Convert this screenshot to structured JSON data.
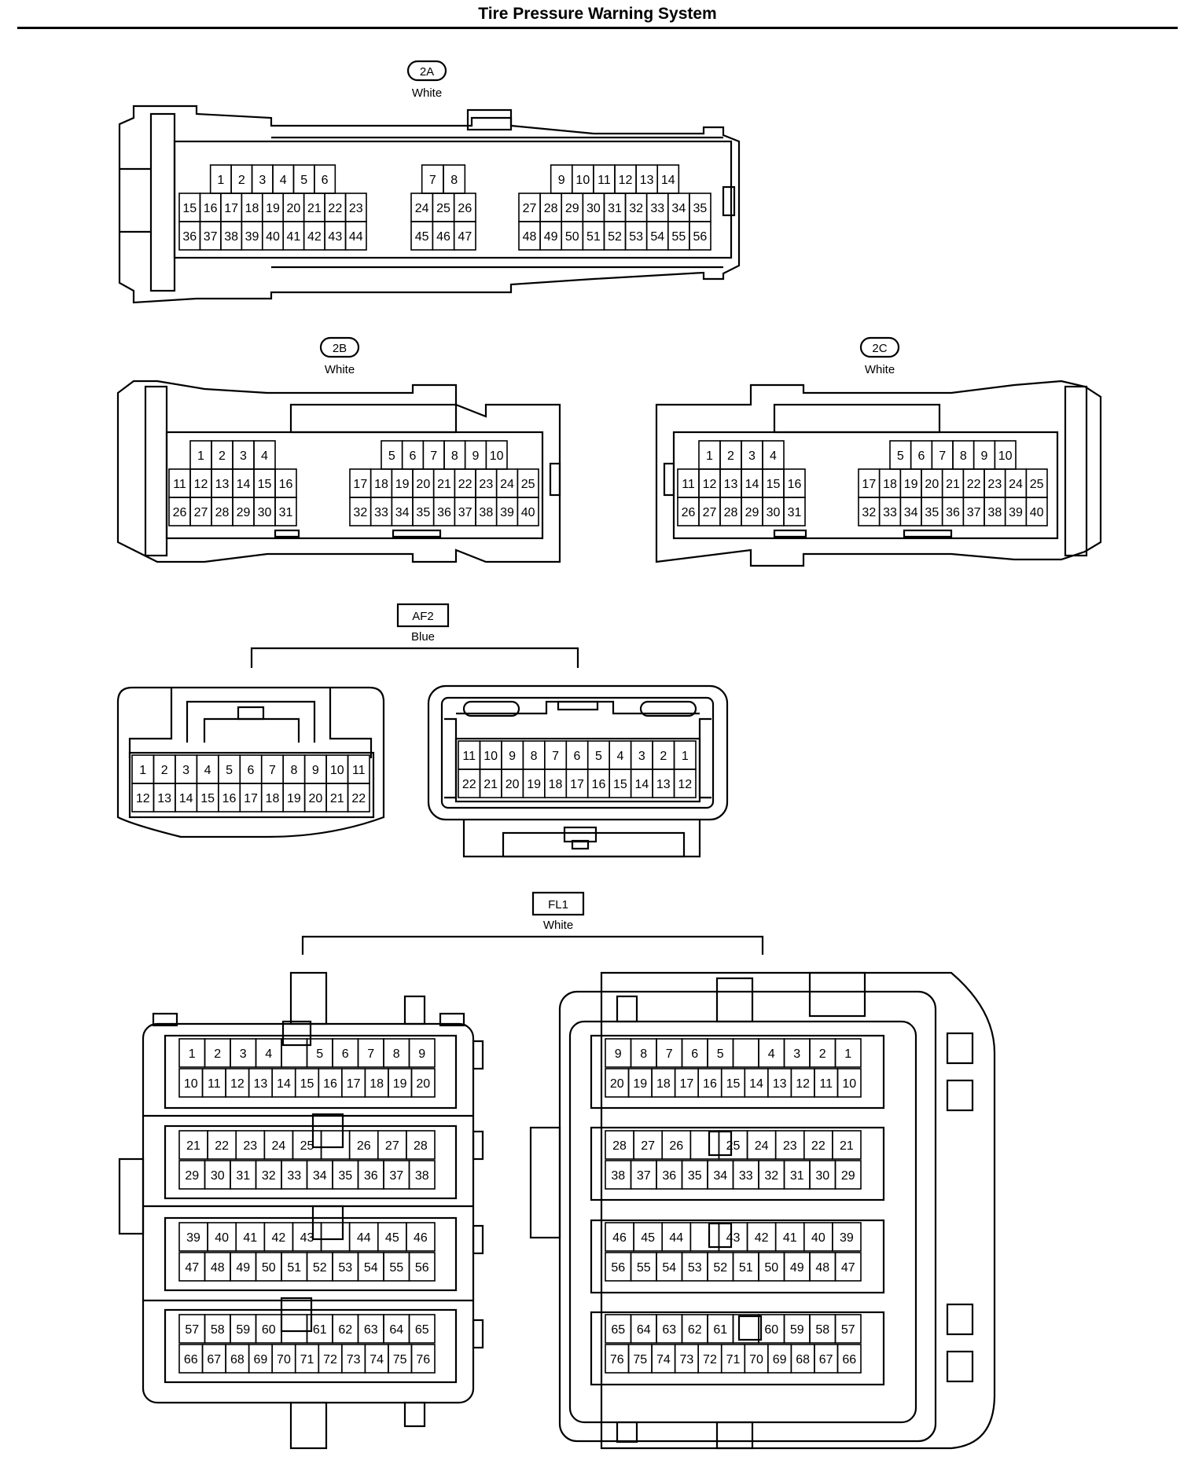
{
  "title": "Tire Pressure Warning System",
  "connectors": {
    "c2a": {
      "label": "2A",
      "color": "White",
      "blocks": [
        {
          "rows": [
            [
              "1",
              "2",
              "3",
              "4",
              "5",
              "6"
            ],
            [
              "15",
              "16",
              "17",
              "18",
              "19",
              "20",
              "21",
              "22",
              "23"
            ],
            [
              "36",
              "37",
              "38",
              "39",
              "40",
              "41",
              "42",
              "43",
              "44"
            ]
          ]
        },
        {
          "rows": [
            [
              "7",
              "8"
            ],
            [
              "24",
              "25",
              "26"
            ],
            [
              "45",
              "46",
              "47"
            ]
          ]
        },
        {
          "rows": [
            [
              "9",
              "10",
              "11",
              "12",
              "13",
              "14"
            ],
            [
              "27",
              "28",
              "29",
              "30",
              "31",
              "32",
              "33",
              "34",
              "35"
            ],
            [
              "48",
              "49",
              "50",
              "51",
              "52",
              "53",
              "54",
              "55",
              "56"
            ]
          ]
        }
      ]
    },
    "c2b": {
      "label": "2B",
      "color": "White",
      "blocks": [
        {
          "rows": [
            [
              "1",
              "2",
              "3",
              "4"
            ],
            [
              "11",
              "12",
              "13",
              "14",
              "15",
              "16"
            ],
            [
              "26",
              "27",
              "28",
              "29",
              "30",
              "31"
            ]
          ]
        },
        {
          "rows": [
            [
              "5",
              "6",
              "7",
              "8",
              "9",
              "10"
            ],
            [
              "17",
              "18",
              "19",
              "20",
              "21",
              "22",
              "23",
              "24",
              "25"
            ],
            [
              "32",
              "33",
              "34",
              "35",
              "36",
              "37",
              "38",
              "39",
              "40"
            ]
          ]
        }
      ]
    },
    "c2c": {
      "label": "2C",
      "color": "White",
      "blocks": [
        {
          "rows": [
            [
              "1",
              "2",
              "3",
              "4"
            ],
            [
              "11",
              "12",
              "13",
              "14",
              "15",
              "16"
            ],
            [
              "26",
              "27",
              "28",
              "29",
              "30",
              "31"
            ]
          ]
        },
        {
          "rows": [
            [
              "5",
              "6",
              "7",
              "8",
              "9",
              "10"
            ],
            [
              "17",
              "18",
              "19",
              "20",
              "21",
              "22",
              "23",
              "24",
              "25"
            ],
            [
              "32",
              "33",
              "34",
              "35",
              "36",
              "37",
              "38",
              "39",
              "40"
            ]
          ]
        }
      ]
    },
    "af2": {
      "label": "AF2",
      "color": "Blue",
      "left_rows": [
        [
          "1",
          "2",
          "3",
          "4",
          "5",
          "6",
          "7",
          "8",
          "9",
          "10",
          "11"
        ],
        [
          "12",
          "13",
          "14",
          "15",
          "16",
          "17",
          "18",
          "19",
          "20",
          "21",
          "22"
        ]
      ],
      "right_rows": [
        [
          "11",
          "10",
          "9",
          "8",
          "7",
          "6",
          "5",
          "4",
          "3",
          "2",
          "1"
        ],
        [
          "22",
          "21",
          "20",
          "19",
          "18",
          "17",
          "16",
          "15",
          "14",
          "13",
          "12"
        ]
      ]
    },
    "fl1": {
      "label": "FL1",
      "color": "White",
      "left_rows": [
        [
          "1",
          "2",
          "3",
          "4",
          "",
          "5",
          "6",
          "7",
          "8",
          "9"
        ],
        [
          "10",
          "11",
          "12",
          "13",
          "14",
          "15",
          "16",
          "17",
          "18",
          "19",
          "20"
        ],
        [
          "21",
          "22",
          "23",
          "24",
          "25",
          "",
          "26",
          "27",
          "28"
        ],
        [
          "29",
          "30",
          "31",
          "32",
          "33",
          "34",
          "35",
          "36",
          "37",
          "38"
        ],
        [
          "39",
          "40",
          "41",
          "42",
          "43",
          "",
          "44",
          "45",
          "46"
        ],
        [
          "47",
          "48",
          "49",
          "50",
          "51",
          "52",
          "53",
          "54",
          "55",
          "56"
        ],
        [
          "57",
          "58",
          "59",
          "60",
          "",
          "61",
          "62",
          "63",
          "64",
          "65"
        ],
        [
          "66",
          "67",
          "68",
          "69",
          "70",
          "71",
          "72",
          "73",
          "74",
          "75",
          "76"
        ]
      ],
      "right_rows": [
        [
          "9",
          "8",
          "7",
          "6",
          "5",
          "",
          "4",
          "3",
          "2",
          "1"
        ],
        [
          "20",
          "19",
          "18",
          "17",
          "16",
          "15",
          "14",
          "13",
          "12",
          "11",
          "10"
        ],
        [
          "28",
          "27",
          "26",
          "",
          "25",
          "24",
          "23",
          "22",
          "21"
        ],
        [
          "38",
          "37",
          "36",
          "35",
          "34",
          "33",
          "32",
          "31",
          "30",
          "29"
        ],
        [
          "46",
          "45",
          "44",
          "",
          "43",
          "42",
          "41",
          "40",
          "39"
        ],
        [
          "56",
          "55",
          "54",
          "53",
          "52",
          "51",
          "50",
          "49",
          "48",
          "47"
        ],
        [
          "65",
          "64",
          "63",
          "62",
          "61",
          "",
          "60",
          "59",
          "58",
          "57"
        ],
        [
          "76",
          "75",
          "74",
          "73",
          "72",
          "71",
          "70",
          "69",
          "68",
          "67",
          "66"
        ]
      ]
    }
  }
}
